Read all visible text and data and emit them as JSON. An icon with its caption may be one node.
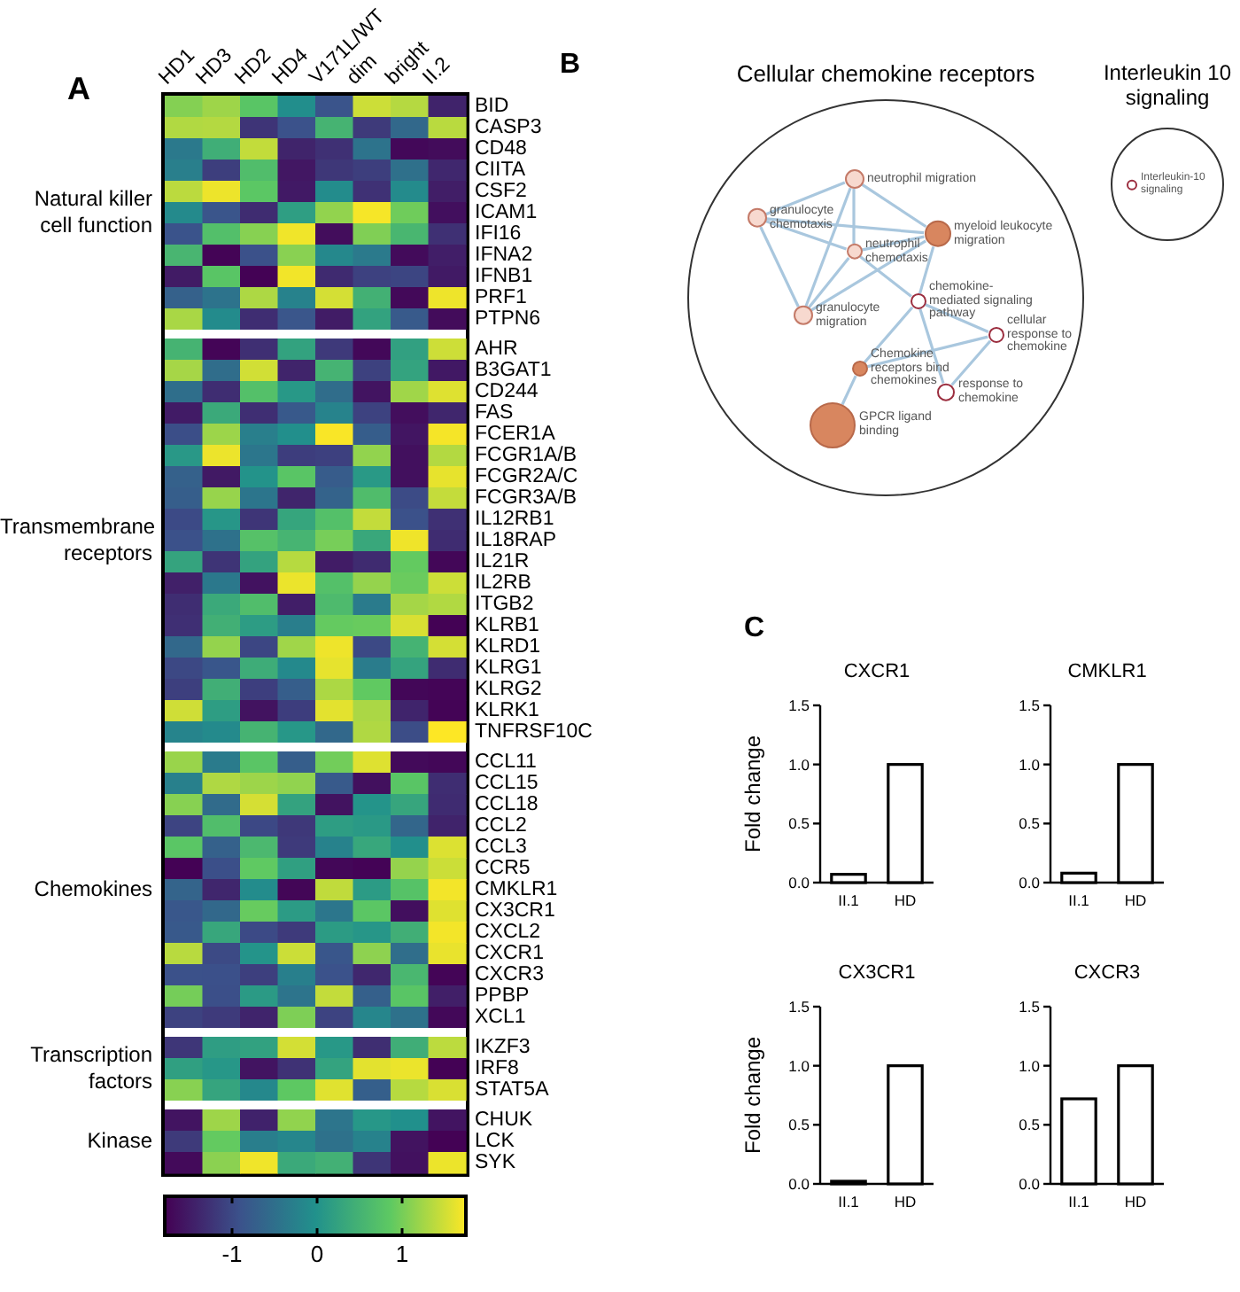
{
  "diagram": {
    "nodes": [
      {
        "text": [
          "Cellular chemokine receptors"
        ]
      },
      {
        "text": [
          "neutrophil migration"
        ],
        "in": 0
      },
      {
        "text": [
          "granulocyte chemotaxis"
        ],
        "in": 0
      },
      {
        "text": [
          "myeloid leukocyte migration"
        ],
        "in": 0
      },
      {
        "text": [
          "neutrophil chemotaxis"
        ],
        "in": 0
      },
      {
        "text": [
          "chemokine-mediated signaling pathway"
        ],
        "in": 0
      },
      {
        "text": [
          "granulocyte migration"
        ],
        "in": 0
      },
      {
        "text": [
          "cellular response to chemokine"
        ],
        "in": 0
      },
      {
        "text": [
          "Chemokine receptors bind chemokines"
        ],
        "in": 0
      },
      {
        "text": [
          "response to chemokine"
        ],
        "in": 0
      },
      {
        "text": [
          "GPCR ligand binding"
        ],
        "in": 0
      },
      {
        "text": [
          "Interleukin 10 signaling"
        ]
      },
      {
        "text": [
          "Interleukin-10 signaling"
        ],
        "in": 11
      }
    ],
    "edges": [
      {
        "from": 1,
        "to": 2,
        "arrow": "none"
      },
      {
        "from": 1,
        "to": 4,
        "arrow": "none"
      },
      {
        "from": 1,
        "to": 3,
        "arrow": "none"
      },
      {
        "from": 1,
        "to": 6,
        "arrow": "none"
      },
      {
        "from": 2,
        "to": 4,
        "arrow": "none"
      },
      {
        "from": 2,
        "to": 3,
        "arrow": "none"
      },
      {
        "from": 2,
        "to": 6,
        "arrow": "none"
      },
      {
        "from": 4,
        "to": 6,
        "arrow": "none"
      },
      {
        "from": 4,
        "to": 3,
        "arrow": "none"
      },
      {
        "from": 4,
        "to": 5,
        "arrow": "none"
      },
      {
        "from": 3,
        "to": 6,
        "arrow": "none"
      },
      {
        "from": 3,
        "to": 5,
        "arrow": "none"
      },
      {
        "from": 5,
        "to": 7,
        "arrow": "none"
      },
      {
        "from": 5,
        "to": 8,
        "arrow": "none"
      },
      {
        "from": 5,
        "to": 9,
        "arrow": "none"
      },
      {
        "from": 7,
        "to": 9,
        "arrow": "none"
      },
      {
        "from": 7,
        "to": 8,
        "arrow": "none"
      },
      {
        "from": 8,
        "to": 10,
        "arrow": "none"
      }
    ],
    "labels": [
      "A",
      "HD1",
      "HD3",
      "HD2",
      "HD4",
      "V171L/WT",
      "dim",
      "bright",
      "II.2",
      "Natural killer cell function",
      "BID",
      "CASP3",
      "CD48",
      "CIITA",
      "CSF2",
      "ICAM1",
      "IFI16",
      "IFNA2",
      "IFNB1",
      "PRF1",
      "PTPN6",
      "Transmembrane receptors",
      "AHR",
      "B3GAT1",
      "CD244",
      "FAS",
      "FCER1A",
      "FCGR1A/B",
      "FCGR2A/C",
      "FCGR3A/B",
      "IL12RB1",
      "IL18RAP",
      "IL21R",
      "IL2RB",
      "ITGB2",
      "KLRB1",
      "KLRD1",
      "KLRG1",
      "KLRG2",
      "KLRK1",
      "TNFRSF10C",
      "Chemokines",
      "CCL11",
      "CCL15",
      "CCL18",
      "CCL2",
      "CCL3",
      "CCR5",
      "CMKLR1",
      "CX3CR1",
      "CXCL2",
      "CXCR1",
      "CXCR3",
      "PPBP",
      "XCL1",
      "Transcription factors",
      "IKZF3",
      "IRF8",
      "STAT5A",
      "Kinase",
      "CHUK",
      "LCK",
      "SYK",
      "-1",
      "0",
      "1",
      "B",
      "C"
    ],
    "chart_data": [
      {
        "type": "bar",
        "title": "CXCR1",
        "ylabel": "Fold change",
        "categories": [
          "II.1",
          "HD"
        ],
        "values": [
          0.07,
          1.0
        ],
        "ylim": [
          0,
          1.5
        ],
        "yticks": [
          {
            "value": 0,
            "label": "0.0"
          },
          {
            "value": 0.5,
            "label": "0.5"
          },
          {
            "value": 1,
            "label": "1.0"
          },
          {
            "value": 1.5,
            "label": "1.5"
          }
        ]
      },
      {
        "type": "bar",
        "title": "CMKLR1",
        "categories": [
          "II.1",
          "HD"
        ],
        "values": [
          0.08,
          1.0
        ],
        "ylim": [
          0,
          1.5
        ],
        "yticks": [
          {
            "value": 0,
            "label": "0.0"
          },
          {
            "value": 0.5,
            "label": "0.5"
          },
          {
            "value": 1,
            "label": "1.0"
          },
          {
            "value": 1.5,
            "label": "1.5"
          }
        ]
      },
      {
        "type": "bar",
        "title": "CX3CR1",
        "ylabel": "Fold change",
        "categories": [
          "II.1",
          "HD"
        ],
        "values": [
          0.02,
          1.0
        ],
        "ylim": [
          0,
          1.5
        ],
        "yticks": [
          {
            "value": 0,
            "label": "0.0"
          },
          {
            "value": 0.5,
            "label": "0.5"
          },
          {
            "value": 1,
            "label": "1.0"
          },
          {
            "value": 1.5,
            "label": "1.5"
          }
        ]
      },
      {
        "type": "bar",
        "title": "CXCR3",
        "categories": [
          "II.1",
          "HD"
        ],
        "values": [
          0.72,
          1.0
        ],
        "ylim": [
          0,
          1.5
        ],
        "yticks": [
          {
            "value": 0,
            "label": "0.0"
          },
          {
            "value": 0.5,
            "label": "0.5"
          },
          {
            "value": 1,
            "label": "1.0"
          },
          {
            "value": 1.5,
            "label": "1.5"
          }
        ]
      }
    ]
  }
}
